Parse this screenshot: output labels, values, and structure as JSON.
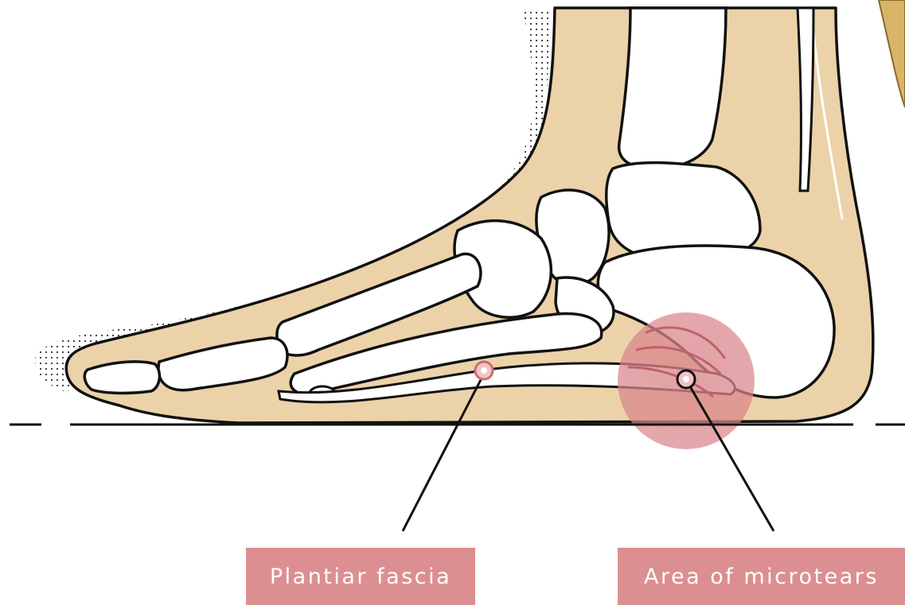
{
  "labels": {
    "plantar_fascia": "Plantiar fascia",
    "microtears": "Area of microtears"
  },
  "colors": {
    "skin": "#ecd2a9",
    "bone": "#ffffff",
    "outline": "#111111",
    "label_bg": "#dc8f90",
    "highlight": "#d9868b",
    "dots": "#333333"
  },
  "icons": [
    "foot-illustration",
    "plantar-fascia-marker",
    "microtears-marker",
    "inflammation-circle"
  ]
}
